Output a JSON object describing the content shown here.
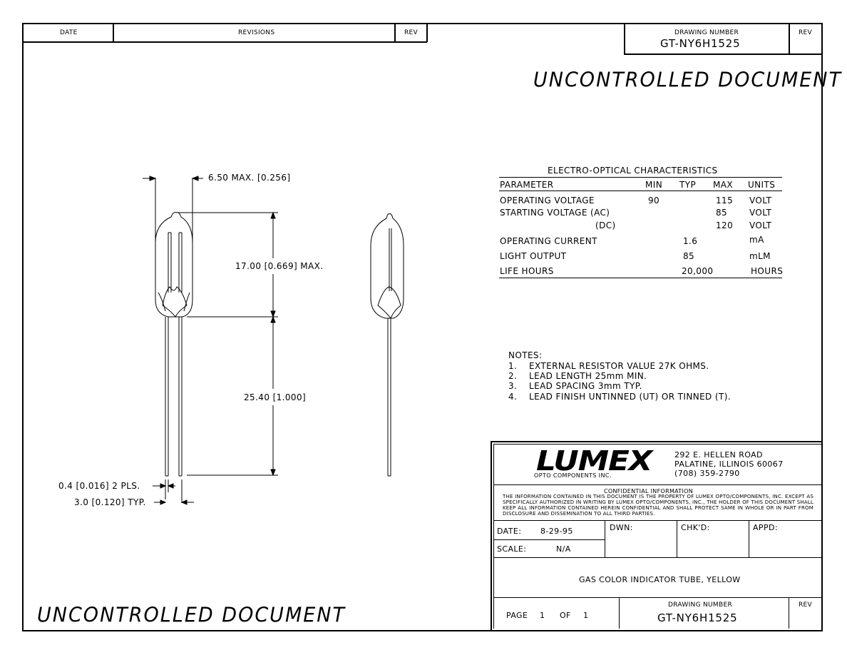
{
  "header": {
    "date_label": "DATE",
    "revisions_label": "REVISIONS",
    "rev_label": "REV",
    "drawing_number_label": "DRAWING NUMBER",
    "drawing_number": "GT-NY6H1525",
    "rev_label_right": "REV"
  },
  "stamp_top": "UNCONTROLLED DOCUMENT",
  "stamp_bottom": "UNCONTROLLED DOCUMENT",
  "dimensions": {
    "width": "6.50 MAX. [0.256]",
    "body_length": "17.00 [0.669] MAX.",
    "lead_length": "25.40 [1.000]",
    "lead_dia": "0.4 [0.016] 2 PLS.",
    "lead_spacing": "3.0 [0.120] TYP."
  },
  "characteristics": {
    "title": "ELECTRO-OPTICAL CHARACTERISTICS",
    "headers": [
      "PARAMETER",
      "MIN",
      "TYP",
      "MAX",
      "UNITS"
    ],
    "rows": [
      {
        "param": "OPERATING VOLTAGE",
        "min": "90",
        "typ": "",
        "max": "115",
        "units": "VOLT"
      },
      {
        "param": "STARTING VOLTAGE (AC)",
        "min": "",
        "typ": "",
        "max": "85",
        "units": "VOLT"
      },
      {
        "param": "(DC)",
        "min": "",
        "typ": "",
        "max": "120",
        "units": "VOLT"
      },
      {
        "param": "OPERATING CURRENT",
        "min": "",
        "typ": "1.6",
        "max": "",
        "units": "mA"
      },
      {
        "param": "LIGHT OUTPUT",
        "min": "",
        "typ": "85",
        "max": "",
        "units": "mLM"
      },
      {
        "param": "LIFE HOURS",
        "min": "",
        "typ": "20,000",
        "max": "",
        "units": "HOURS"
      }
    ]
  },
  "notes": {
    "title": "NOTES:",
    "items": [
      {
        "num": "1.",
        "text": "EXTERNAL RESISTOR VALUE 27K OHMS."
      },
      {
        "num": "2.",
        "text": "LEAD LENGTH 25mm MIN."
      },
      {
        "num": "3.",
        "text": "LEAD SPACING 3mm TYP."
      },
      {
        "num": "4.",
        "text": "LEAD FINISH UNTINNED (UT) OR TINNED (T)."
      }
    ]
  },
  "title_block": {
    "logo": "LUMEX",
    "logo_sub": "OPTO COMPONENTS INC.",
    "address1": "292 E. HELLEN ROAD",
    "address2": "PALATINE, ILLINOIS  60067",
    "phone": "(708) 359-2790",
    "confidential_title": "CONFIDENTIAL INFORMATION",
    "confidential_text": "THE INFORMATION CONTAINED IN THIS DOCUMENT IS THE PROPERTY OF LUMEX OPTO/COMPONENTS, INC. EXCEPT AS SPECIFICALLY AUTHORIZED IN WRITING BY LUMEX OPTO/COMPONENTS, INC., THE HOLDER OF THIS DOCUMENT SHALL KEEP ALL INFORMATION CONTAINED HEREIN CONFIDENTIAL AND SHALL PROTECT SAME IN WHOLE OR IN PART FROM DISCLOSURE AND DISSEMINATION TO ALL THIRD PARTIES.",
    "date_label": "DATE:",
    "date_value": "8-29-95",
    "dwn_label": "DWN:",
    "chkd_label": "CHK'D:",
    "appd_label": "APPD:",
    "scale_label": "SCALE:",
    "scale_value": "N/A",
    "description": "GAS COLOR INDICATOR TUBE, YELLOW",
    "page_label": "PAGE",
    "page_num": "1",
    "of_label": "OF",
    "page_total": "1",
    "drawing_number_label": "DRAWING NUMBER",
    "drawing_number": "GT-NY6H1525",
    "rev_label": "REV"
  }
}
